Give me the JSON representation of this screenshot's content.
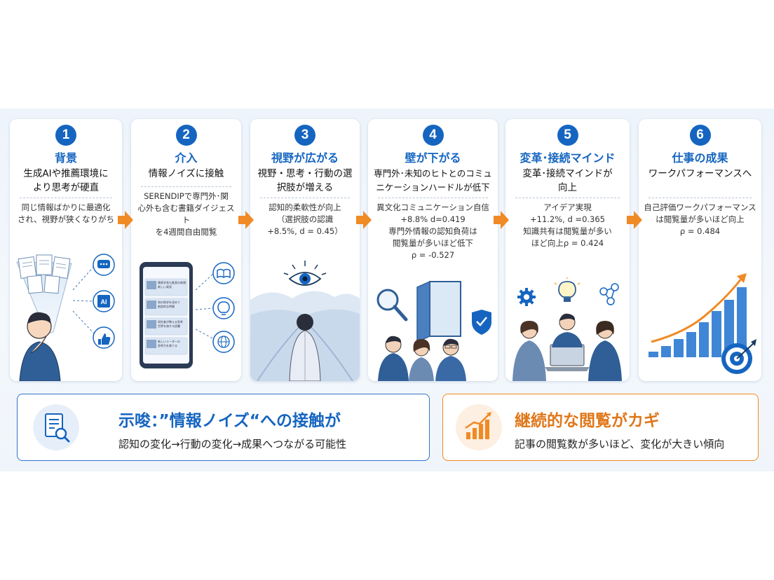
{
  "steps": [
    {
      "num": "1",
      "title": "背景",
      "subtitle": [
        "生成AIや推薦環境に",
        "より思考が硬直"
      ],
      "desc": [
        "同じ情報ばかりに最適化",
        "され、視野が狭くなりがち"
      ]
    },
    {
      "num": "2",
      "title": "介入",
      "subtitle": [
        "情報ノイズに接触"
      ],
      "desc": [
        "SERENDIPで専門外･関",
        "心外も含む書籍ダイジェスト",
        "を4週間自由閲覧"
      ]
    },
    {
      "num": "3",
      "title": "視野が広がる",
      "subtitle": [
        "視野・思考・行動の選",
        "択肢が増える"
      ],
      "desc": [
        "認知的柔軟性が向上",
        "（選択肢の認識",
        "+8.5%, d = 0.45）"
      ]
    },
    {
      "num": "4",
      "title": "壁が下がる",
      "subtitle": [
        "専門外･未知のヒトとのコミュ",
        "ニケーションハードルが低下"
      ],
      "desc": [
        "異文化コミュニケーション自信",
        "+8.8% d=0.419",
        "専門外情報の認知負荷は",
        "閲覧量が多いほど低下",
        "ρ = -0.527"
      ]
    },
    {
      "num": "5",
      "title": "変革･接続マインド",
      "subtitle": [
        "変革･接続マインドが",
        "向上"
      ],
      "desc": [
        "アイデア実現",
        "+11.2%, d =0.365",
        "知識共有は閲覧量が多い",
        "ほど向上ρ = 0.424"
      ]
    },
    {
      "num": "6",
      "title": "仕事の成果",
      "subtitle": [
        "ワークパフォーマンスへ"
      ],
      "desc": [
        "自己評価ワークパフォーマンス",
        "は閲覧量が多いほど向上",
        "ρ = 0.484"
      ]
    }
  ],
  "phone_lines": [
    "篠原学長も推奨の新規",
    "新しい発見",
    "知の探求を深めて",
    "創造的な時間",
    "研究者が教える思考",
    "世界を旅する読書",
    "新しいリーダーの",
    "思考力を育てる"
  ],
  "implication": {
    "title": "示唆：”情報ノイズ“への接触が",
    "body": "認知の変化→行動の変化→成果へつながる可能性"
  },
  "key": {
    "title": "継続的な閲覧がカギ",
    "body": "記事の閲覧数が多いほど、変化が大きい傾向"
  },
  "icons": {
    "chat": "chat-bubble-icon",
    "ai": "ai-chip-icon",
    "like": "thumbs-up-icon",
    "book": "book-icon",
    "bulb": "lightbulb-icon",
    "globe": "globe-icon"
  },
  "colors": {
    "primary": "#1565c0",
    "accent": "#f08a24"
  }
}
